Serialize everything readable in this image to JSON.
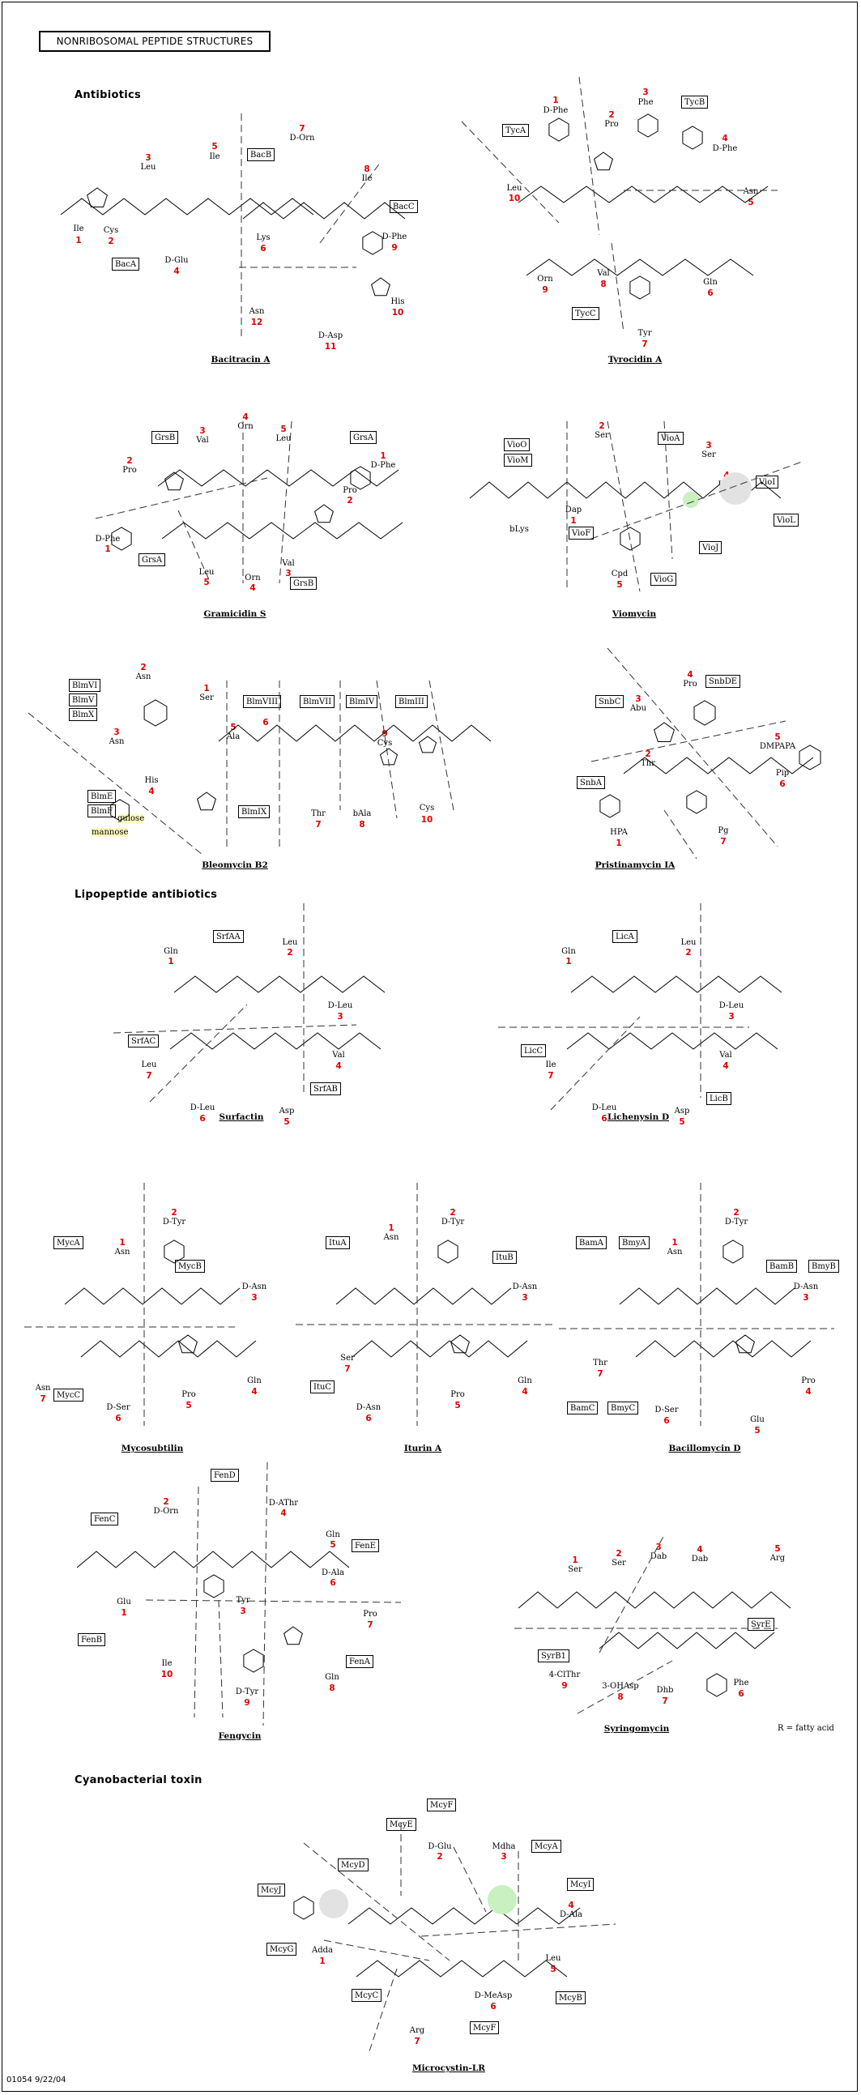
{
  "title": "NONRIBOSOMAL PEPTIDE STRUCTURES",
  "sections": {
    "antibiotics": "Antibiotics",
    "lipopeptide": "Lipopeptide antibiotics",
    "cyanobacterial": "Cyanobacterial toxin"
  },
  "footer": "01054 9/22/04",
  "fatty_acid_note": "R = fatty acid",
  "structures": [
    {
      "id": "bacitracin-a",
      "caption": "Bacitracin A",
      "genes": [
        "BacA",
        "BacB",
        "BacC"
      ],
      "residues": [
        {
          "num": "1",
          "name": "Ile"
        },
        {
          "num": "2",
          "name": "Cys"
        },
        {
          "num": "3",
          "name": "Leu"
        },
        {
          "num": "4",
          "name": "D-Glu"
        },
        {
          "num": "5",
          "name": "Ile"
        },
        {
          "num": "6",
          "name": "Lys"
        },
        {
          "num": "7",
          "name": "D-Orn"
        },
        {
          "num": "8",
          "name": "Ile"
        },
        {
          "num": "9",
          "name": "D-Phe"
        },
        {
          "num": "10",
          "name": "His"
        },
        {
          "num": "11",
          "name": "D-Asp"
        },
        {
          "num": "12",
          "name": "Asn"
        }
      ]
    },
    {
      "id": "tyrocidin-a",
      "caption": "Tyrocidin A",
      "genes": [
        "TycA",
        "TycB",
        "TycC"
      ],
      "residues": [
        {
          "num": "1",
          "name": "D-Phe"
        },
        {
          "num": "2",
          "name": "Pro"
        },
        {
          "num": "3",
          "name": "Phe"
        },
        {
          "num": "4",
          "name": "D-Phe"
        },
        {
          "num": "5",
          "name": "Asn"
        },
        {
          "num": "6",
          "name": "Gln"
        },
        {
          "num": "7",
          "name": "Tyr"
        },
        {
          "num": "8",
          "name": "Val"
        },
        {
          "num": "9",
          "name": "Orn"
        },
        {
          "num": "10",
          "name": "Leu"
        }
      ]
    },
    {
      "id": "gramicidin-s",
      "caption": "Gramicidin S",
      "genes": [
        "GrsB",
        "GrsA",
        "GrsA",
        "GrsB"
      ],
      "residues": [
        {
          "num": "1",
          "name": "D-Phe"
        },
        {
          "num": "2",
          "name": "Pro"
        },
        {
          "num": "3",
          "name": "Val"
        },
        {
          "num": "4",
          "name": "Orn"
        },
        {
          "num": "5",
          "name": "Leu"
        },
        {
          "num": "1",
          "name": "D-Phe"
        },
        {
          "num": "2",
          "name": "Pro"
        },
        {
          "num": "3",
          "name": "Val"
        },
        {
          "num": "4",
          "name": "Orn"
        },
        {
          "num": "5",
          "name": "Leu"
        }
      ]
    },
    {
      "id": "viomycin",
      "caption": "Viomycin",
      "genes": [
        "VioO",
        "VioM",
        "VioF",
        "VioA",
        "VioG",
        "VioI",
        "VioL",
        "VioJ"
      ],
      "residues": [
        {
          "num": "1",
          "name": "Dap"
        },
        {
          "num": "2",
          "name": "Ser"
        },
        {
          "num": "3",
          "name": "Ser"
        },
        {
          "num": "4",
          "name": "Uda"
        },
        {
          "num": "5",
          "name": "Cpd"
        },
        {
          "num": "",
          "name": "bLys"
        }
      ]
    },
    {
      "id": "bleomycin-b2",
      "caption": "Bleomycin B2",
      "genes": [
        "BlmVI",
        "BlmV",
        "BlmX",
        "BlmVIII",
        "BlmVII",
        "BlmIV",
        "BlmIII",
        "BlmE",
        "BlmF",
        "BlmIX"
      ],
      "residues": [
        {
          "num": "1",
          "name": "Ser"
        },
        {
          "num": "2",
          "name": "Asn"
        },
        {
          "num": "3",
          "name": "Asn"
        },
        {
          "num": "4",
          "name": "His"
        },
        {
          "num": "5",
          "name": "Ala"
        },
        {
          "num": "6",
          "name": ""
        },
        {
          "num": "7",
          "name": "Thr"
        },
        {
          "num": "8",
          "name": "bAla"
        },
        {
          "num": "9",
          "name": "Cys"
        },
        {
          "num": "10",
          "name": "Cys"
        }
      ],
      "sugars": [
        "gulose",
        "mannose"
      ]
    },
    {
      "id": "pristinamycin-ia",
      "caption": "Pristinamycin IA",
      "genes": [
        "SnbDE",
        "SnbC",
        "SnbA"
      ],
      "residues": [
        {
          "num": "1",
          "name": "HPA"
        },
        {
          "num": "2",
          "name": "Thr"
        },
        {
          "num": "3",
          "name": "Abu"
        },
        {
          "num": "4",
          "name": "Pro"
        },
        {
          "num": "5",
          "name": "DMPAPA"
        },
        {
          "num": "6",
          "name": "Pip"
        },
        {
          "num": "7",
          "name": "Pg"
        }
      ]
    },
    {
      "id": "surfactin",
      "caption": "Surfactin",
      "genes": [
        "SrfAA",
        "SrfAC",
        "SrfAB"
      ],
      "residues": [
        {
          "num": "1",
          "name": "Gln"
        },
        {
          "num": "2",
          "name": "Leu"
        },
        {
          "num": "3",
          "name": "D-Leu"
        },
        {
          "num": "4",
          "name": "Val"
        },
        {
          "num": "5",
          "name": "Asp"
        },
        {
          "num": "6",
          "name": "D-Leu"
        },
        {
          "num": "7",
          "name": "Leu"
        }
      ]
    },
    {
      "id": "lichenysin-d",
      "caption": "Lichenysin D",
      "genes": [
        "LicA",
        "LicC",
        "LicB"
      ],
      "residues": [
        {
          "num": "1",
          "name": "Gln"
        },
        {
          "num": "2",
          "name": "Leu"
        },
        {
          "num": "3",
          "name": "D-Leu"
        },
        {
          "num": "4",
          "name": "Val"
        },
        {
          "num": "5",
          "name": "Asp"
        },
        {
          "num": "6",
          "name": "D-Leu"
        },
        {
          "num": "7",
          "name": "Ile"
        }
      ]
    },
    {
      "id": "mycosubtilin",
      "caption": "Mycosubtilin",
      "genes": [
        "MycA",
        "MycB",
        "MycC"
      ],
      "residues": [
        {
          "num": "1",
          "name": "Asn"
        },
        {
          "num": "2",
          "name": "D-Tyr"
        },
        {
          "num": "3",
          "name": "D-Asn"
        },
        {
          "num": "4",
          "name": "Gln"
        },
        {
          "num": "5",
          "name": "Pro"
        },
        {
          "num": "6",
          "name": "D-Ser"
        },
        {
          "num": "7",
          "name": "Asn"
        }
      ]
    },
    {
      "id": "iturin-a",
      "caption": "Iturin A",
      "genes": [
        "ItuA",
        "ItuB",
        "ItuC"
      ],
      "residues": [
        {
          "num": "1",
          "name": "Asn"
        },
        {
          "num": "2",
          "name": "D-Tyr"
        },
        {
          "num": "3",
          "name": "D-Asn"
        },
        {
          "num": "4",
          "name": "Gln"
        },
        {
          "num": "5",
          "name": "Pro"
        },
        {
          "num": "6",
          "name": "D-Asn"
        },
        {
          "num": "7",
          "name": "Ser"
        }
      ]
    },
    {
      "id": "bacillomycin-d",
      "caption": "Bacillomycin D",
      "genes": [
        "BamA",
        "BmyA",
        "BamB",
        "BmyB",
        "BamC",
        "BmyC"
      ],
      "residues": [
        {
          "num": "1",
          "name": "Asn"
        },
        {
          "num": "2",
          "name": "D-Tyr"
        },
        {
          "num": "3",
          "name": "D-Asn"
        },
        {
          "num": "4",
          "name": "Pro"
        },
        {
          "num": "5",
          "name": "Glu"
        },
        {
          "num": "6",
          "name": "D-Ser"
        },
        {
          "num": "7",
          "name": "Thr"
        }
      ]
    },
    {
      "id": "fengycin",
      "caption": "Fengycin",
      "genes": [
        "FenD",
        "FenC",
        "FenE",
        "FenB",
        "FenA"
      ],
      "residues": [
        {
          "num": "1",
          "name": "Glu"
        },
        {
          "num": "2",
          "name": "D-Orn"
        },
        {
          "num": "3",
          "name": "Tyr"
        },
        {
          "num": "4",
          "name": "D-AThr"
        },
        {
          "num": "5",
          "name": "Gln"
        },
        {
          "num": "6",
          "name": "D-Ala"
        },
        {
          "num": "7",
          "name": "Pro"
        },
        {
          "num": "8",
          "name": "Gln"
        },
        {
          "num": "9",
          "name": "D-Tyr"
        },
        {
          "num": "10",
          "name": "Ile"
        }
      ]
    },
    {
      "id": "syringomycin",
      "caption": "Syringomycin",
      "genes": [
        "SyrE",
        "SyrB1"
      ],
      "residues": [
        {
          "num": "1",
          "name": "Ser"
        },
        {
          "num": "2",
          "name": "Ser"
        },
        {
          "num": "3",
          "name": "Dab"
        },
        {
          "num": "4",
          "name": "Dab"
        },
        {
          "num": "5",
          "name": "Arg"
        },
        {
          "num": "6",
          "name": "Phe"
        },
        {
          "num": "7",
          "name": "Dhb"
        },
        {
          "num": "8",
          "name": "3-OHAsp"
        },
        {
          "num": "9",
          "name": "4-ClThr"
        }
      ]
    },
    {
      "id": "microcystin-lr",
      "caption": "Microcystin-LR",
      "genes": [
        "McyF",
        "McyE",
        "McyA",
        "McyD",
        "McyJ",
        "McyI",
        "McyG",
        "McyC",
        "McyB",
        "McyF"
      ],
      "residues": [
        {
          "num": "1",
          "name": "Adda"
        },
        {
          "num": "2",
          "name": "D-Glu"
        },
        {
          "num": "3",
          "name": "Mdha"
        },
        {
          "num": "4",
          "name": "D-Ala"
        },
        {
          "num": "5",
          "name": "Leu"
        },
        {
          "num": "6",
          "name": "D-MeAsp"
        },
        {
          "num": "7",
          "name": "Arg"
        }
      ]
    }
  ]
}
